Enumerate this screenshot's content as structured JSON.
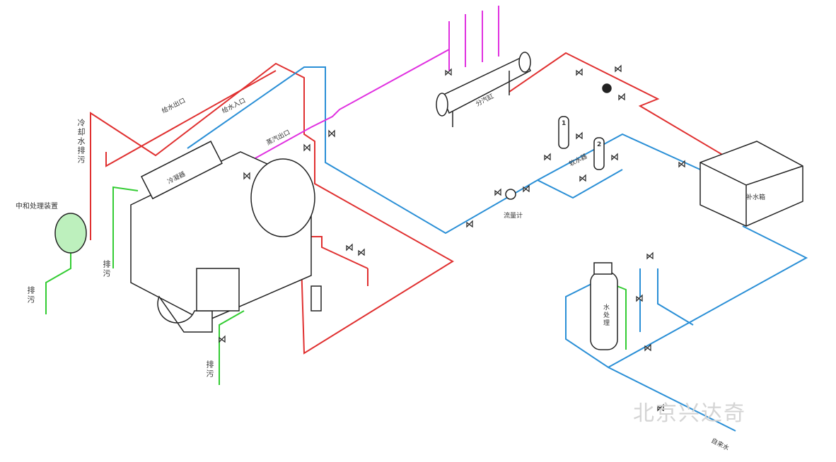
{
  "labels": {
    "cooling_drain": "冷却水排污",
    "neutralizer": "中和处理装置",
    "drain_left": "排污",
    "drain_mid": "排污",
    "drain_bottom": "排污",
    "feed_out": "给水出口",
    "feed_in": "给水入口",
    "steam_out": "蒸汽出口",
    "condenser": "冷凝器",
    "steam_header": "分汽缸",
    "softener": "软水器",
    "flowmeter": "流量计",
    "makeup_tank": "补水箱",
    "water_treatment": "水处理",
    "tap_water": "自来水",
    "softener_1": "1",
    "softener_2": "2"
  },
  "watermark": "北京兴达奇",
  "colors": {
    "hot": "#e03030",
    "cold": "#2a8fd6",
    "steam": "#e030e0",
    "drain": "#33cc33",
    "equipment": "#222222"
  }
}
